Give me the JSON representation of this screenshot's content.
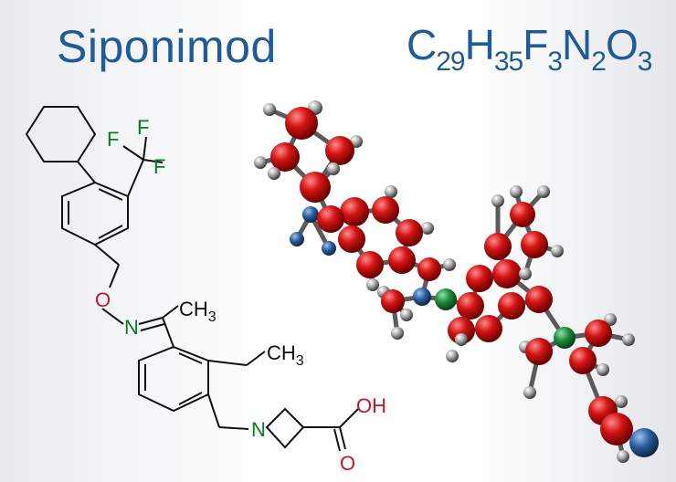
{
  "title": "Siponimod",
  "formula": {
    "parts": [
      {
        "el": "C",
        "n": "29"
      },
      {
        "el": "H",
        "n": "35"
      },
      {
        "el": "F",
        "n": "3"
      },
      {
        "el": "N",
        "n": "2"
      },
      {
        "el": "O",
        "n": "3"
      }
    ]
  },
  "labels": {
    "f1": "F",
    "f2": "F",
    "f3": "F",
    "o_ether": "O",
    "n_imine": "N",
    "ch3": "CH",
    "ch3_sub": "3",
    "ch3_ethyl": "CH",
    "ch3_ethyl_sub": "3",
    "n_azetidine": "N",
    "oh": "OH",
    "o_carbonyl": "O"
  },
  "colors": {
    "title": "#1f5a9a",
    "carbon": "#d11a1a",
    "hydrogen": "#9a9a9a",
    "nitrogen": "#1d4f8a",
    "green_n": "#0a7a2a",
    "bond": "#111111"
  }
}
